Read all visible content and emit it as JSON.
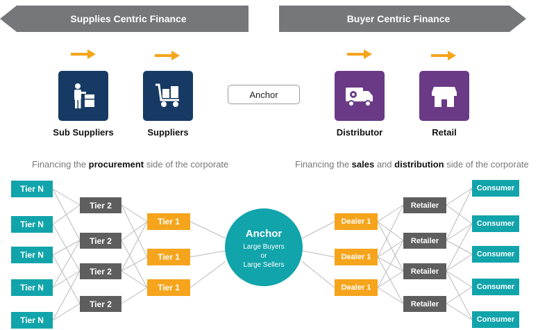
{
  "banners": {
    "left": "Supplies Centric Finance",
    "right": "Buyer Centric Finance"
  },
  "tiles": [
    {
      "label": "Sub Suppliers",
      "icon": "worker-with-box-icon"
    },
    {
      "label": "Suppliers",
      "icon": "hand-truck-icon"
    },
    {
      "label": "Distributor",
      "icon": "delivery-truck-icon"
    },
    {
      "label": "Retail",
      "icon": "storefront-icon"
    }
  ],
  "anchor_label": "Anchor",
  "captions": {
    "left": {
      "pre": "Financing the ",
      "bold1": "procurement",
      "post": " side of the corporate"
    },
    "right": {
      "pre": "Financing the ",
      "bold1": "sales",
      "mid": " and ",
      "bold2": "distribution",
      "post": " side of the corporate"
    }
  },
  "network": {
    "tier_n": [
      "Tier N",
      "Tier N",
      "Tier N",
      "Tier N",
      "Tier N"
    ],
    "tier_2": [
      "Tier 2",
      "Tier 2",
      "Tier 2",
      "Tier 2"
    ],
    "tier_1": [
      "Tier 1",
      "Tier 1",
      "Tier 1"
    ],
    "hub": {
      "title": "Anchor",
      "line1": "Large Buyers",
      "line2": "or",
      "line3": "Large Sellers"
    },
    "dealers": [
      "Dealer 1",
      "Dealer 1",
      "Dealer 1"
    ],
    "retailers": [
      "Retailer",
      "Retailer",
      "Retailer",
      "Retailer"
    ],
    "consumers": [
      "Consumer",
      "Consumer",
      "Consumer",
      "Consumer",
      "Consumer"
    ]
  },
  "colors": {
    "teal": "#11a4ab",
    "gray": "#5e5e5e",
    "amber": "#f5a41b",
    "navy": "#163a63",
    "purple": "#6a3a86",
    "banner": "#75777a",
    "arrow": "#f5a41b"
  }
}
